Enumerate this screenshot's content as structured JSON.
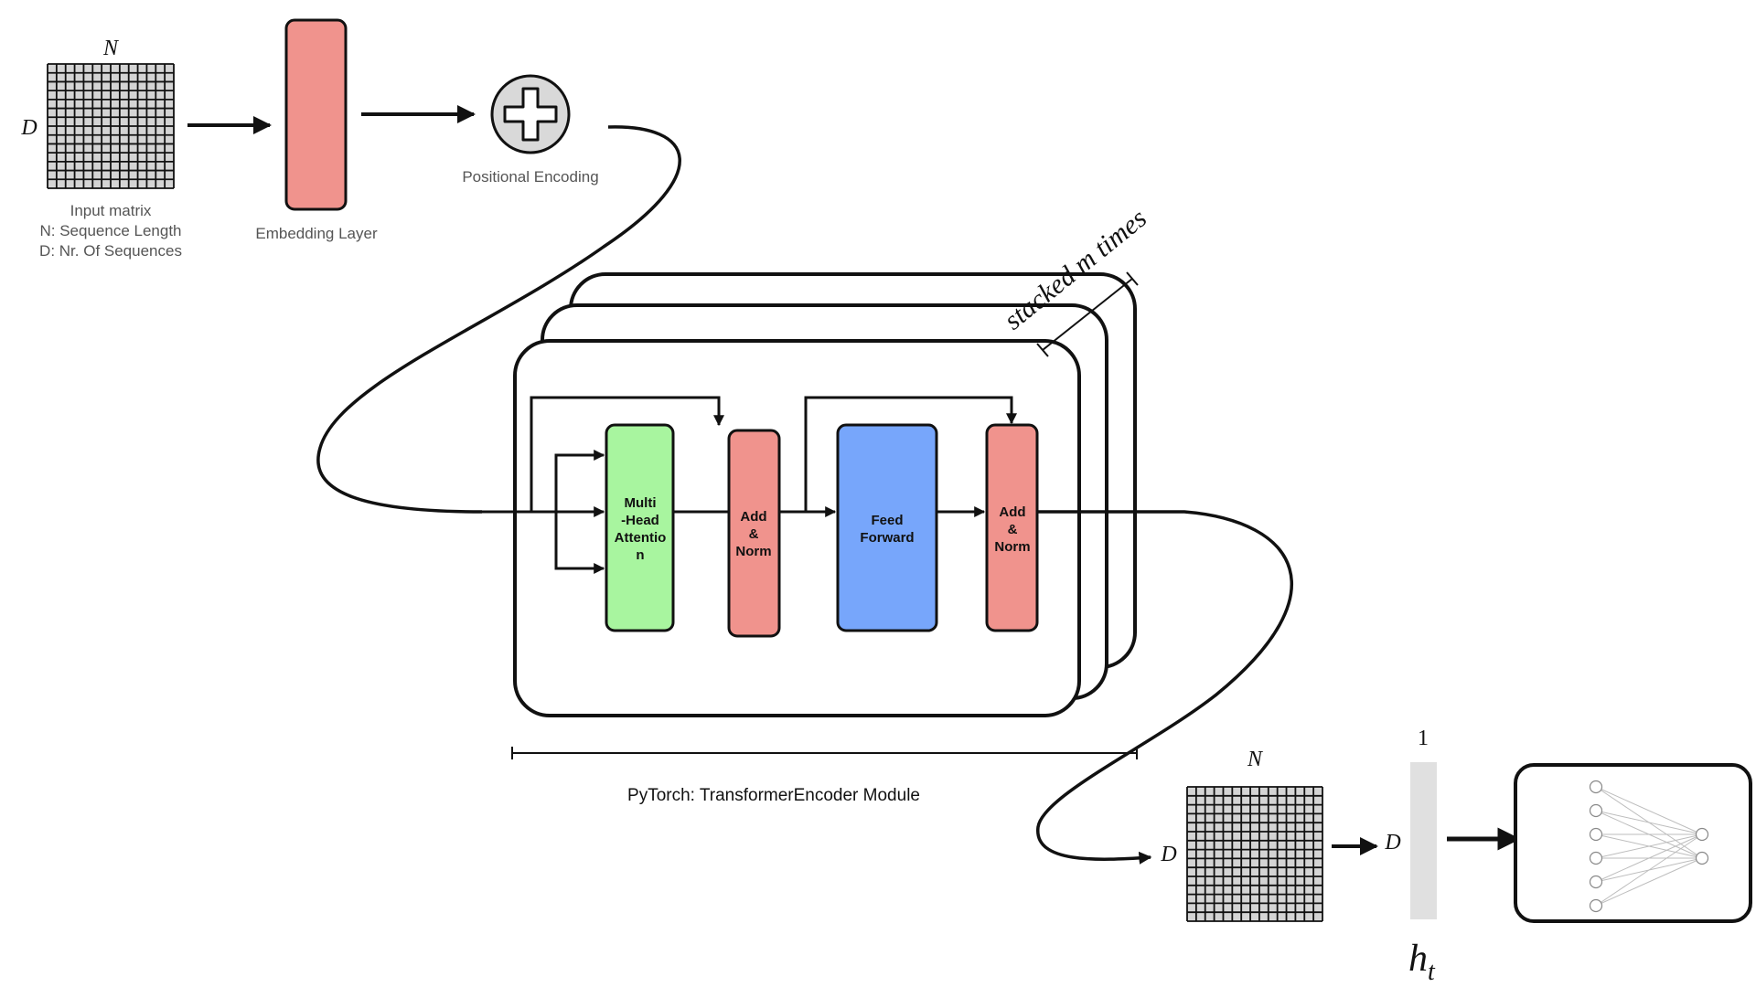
{
  "input_matrix": {
    "n_label": "N",
    "d_label": "D",
    "caption_lines": [
      "Input matrix",
      "N: Sequence Length",
      "D: Nr. Of Sequences"
    ]
  },
  "embedding": {
    "caption": "Embedding Layer"
  },
  "positional_encoding": {
    "caption": "Positional Encoding"
  },
  "encoder": {
    "stack_label": "stacked m times",
    "mha_lines": [
      "Multi",
      "-Head",
      "Attentio",
      "n"
    ],
    "addnorm1_lines": [
      "Add",
      "&",
      "Norm"
    ],
    "ff_lines": [
      "Feed",
      "Forward"
    ],
    "addnorm2_lines": [
      "Add",
      "&",
      "Norm"
    ],
    "module_caption": "PyTorch: TransformerEncoder Module"
  },
  "output_matrix": {
    "n_label": "N",
    "d_label": "D"
  },
  "hidden_vector": {
    "top_label": "1",
    "d_label": "D",
    "label": "h",
    "subscript": "t"
  },
  "colors": {
    "embedding": "#f0938d",
    "add_norm": "#f0938d",
    "mha": "#a8f59f",
    "feed_forward": "#77a6fb",
    "pe_circle": "#d9d9d9",
    "hidden_vector": "#e0e0e0"
  }
}
